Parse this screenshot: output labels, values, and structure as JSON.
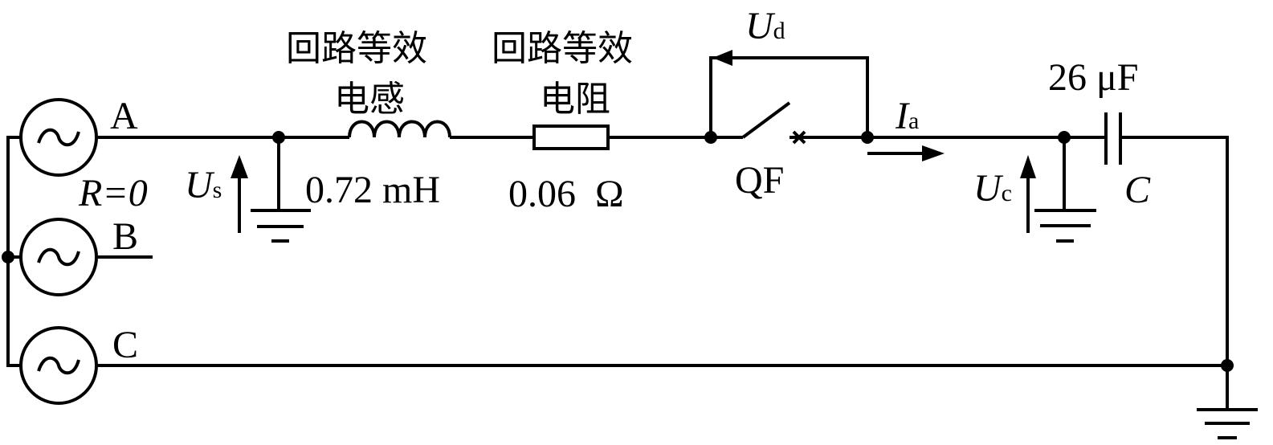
{
  "sources": {
    "a": "A",
    "b": "B",
    "c": "C",
    "resistance": "R=0"
  },
  "labels": {
    "us_main": "U",
    "us_sub": "s",
    "inductor_title": "回路等效",
    "inductor_name": "电感",
    "inductor_value": "0.72 mH",
    "resistor_title": "回路等效",
    "resistor_name": "电阻",
    "resistor_value": "0.06  Ω",
    "ud_main": "U",
    "ud_sub": "d",
    "breaker": "QF",
    "ia_main": "I",
    "ia_sub": "a",
    "uc_main": "U",
    "uc_sub": "c",
    "cap_value": "26 μF",
    "cap_name": "C"
  }
}
